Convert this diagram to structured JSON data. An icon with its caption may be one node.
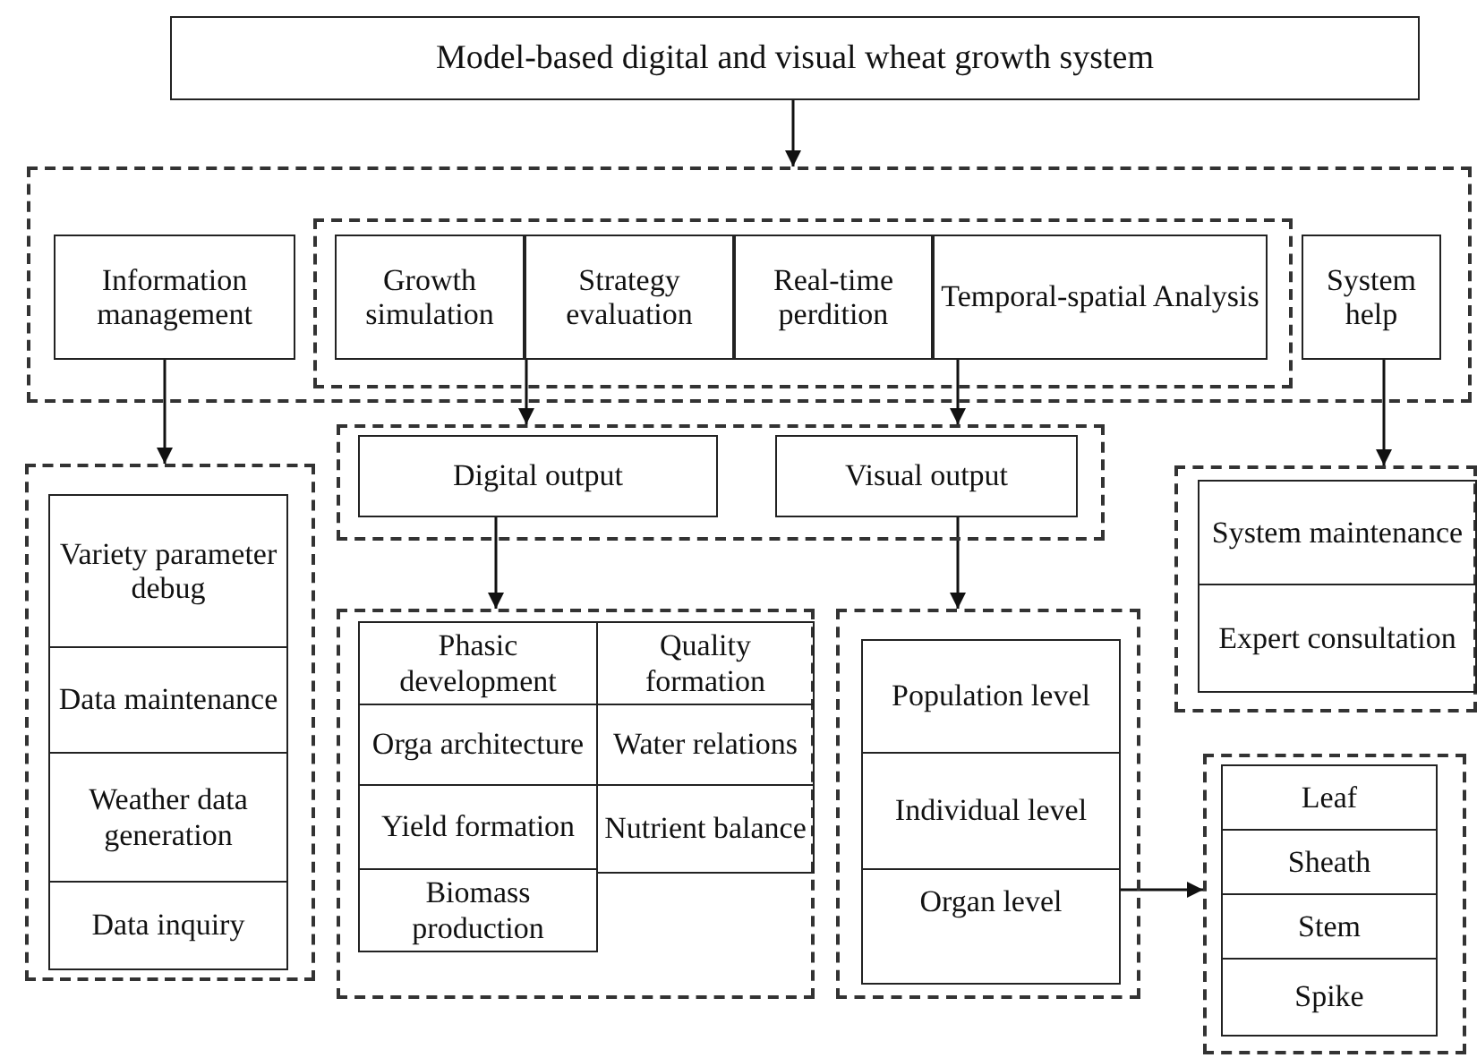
{
  "diagram": {
    "nodes": [
      {
        "text": [
          "Model-based digital and visual wheat growth system"
        ]
      },
      {
        "text": [],
        "shape": "box"
      },
      {
        "text": [
          "Information management"
        ],
        "in": 1
      },
      {
        "text": [],
        "shape": "box",
        "in": 1
      },
      {
        "text": [
          "Growth simulation"
        ],
        "in": 3
      },
      {
        "text": [
          "Strategy evaluation"
        ],
        "in": 3
      },
      {
        "text": [
          "Real-time perdition"
        ],
        "in": 3
      },
      {
        "text": [
          "Temporal-spatial Analysis"
        ],
        "in": 3
      },
      {
        "text": [
          "System help"
        ],
        "in": 1
      },
      {
        "text": [],
        "shape": "box"
      },
      {
        "text": [
          "Variety parameter debug"
        ],
        "in": 9
      },
      {
        "text": [
          "Data maintenance"
        ],
        "in": 9
      },
      {
        "text": [
          "Weather data generation"
        ],
        "in": 9
      },
      {
        "text": [
          "Data inquiry"
        ],
        "in": 9
      },
      {
        "text": [],
        "shape": "box"
      },
      {
        "text": [
          "Digital output"
        ],
        "in": 14
      },
      {
        "text": [
          "Visual output"
        ],
        "in": 14
      },
      {
        "text": [],
        "shape": "box"
      },
      {
        "text": [
          "Phasic development"
        ],
        "in": 17
      },
      {
        "text": [
          "Quality formation"
        ],
        "in": 17
      },
      {
        "text": [
          "Orga architecture"
        ],
        "in": 17
      },
      {
        "text": [
          "Water relations"
        ],
        "in": 17
      },
      {
        "text": [
          "Yield formation"
        ],
        "in": 17
      },
      {
        "text": [
          "Nutrient balance"
        ],
        "in": 17
      },
      {
        "text": [
          "Biomass production"
        ],
        "in": 17
      },
      {
        "text": [],
        "shape": "box"
      },
      {
        "text": [
          "Population level"
        ],
        "in": 25
      },
      {
        "text": [
          "Individual level"
        ],
        "in": 25
      },
      {
        "text": [
          "Organ level"
        ],
        "in": 25
      },
      {
        "text": [],
        "shape": "box"
      },
      {
        "text": [
          "System maintenance"
        ],
        "in": 29
      },
      {
        "text": [
          "Expert consultation"
        ],
        "in": 29
      },
      {
        "text": [],
        "shape": "box"
      },
      {
        "text": [
          "Leaf"
        ],
        "in": 32
      },
      {
        "text": [
          "Sheath"
        ],
        "in": 32
      },
      {
        "text": [
          "Stem"
        ],
        "in": 32
      },
      {
        "text": [
          "Spike"
        ],
        "in": 32
      }
    ],
    "edges": [
      {
        "from": 0,
        "to": 1,
        "arrow": "to"
      },
      {
        "from": 2,
        "to": 9,
        "arrow": "to"
      },
      {
        "from": 4,
        "to": 14,
        "arrow": "to"
      },
      {
        "from": 7,
        "to": 14,
        "arrow": "to"
      },
      {
        "from": 8,
        "to": 29,
        "arrow": "to"
      },
      {
        "from": 15,
        "to": 17,
        "arrow": "to"
      },
      {
        "from": 16,
        "to": 25,
        "arrow": "to"
      },
      {
        "from": 28,
        "to": 32,
        "arrow": "to"
      }
    ]
  }
}
